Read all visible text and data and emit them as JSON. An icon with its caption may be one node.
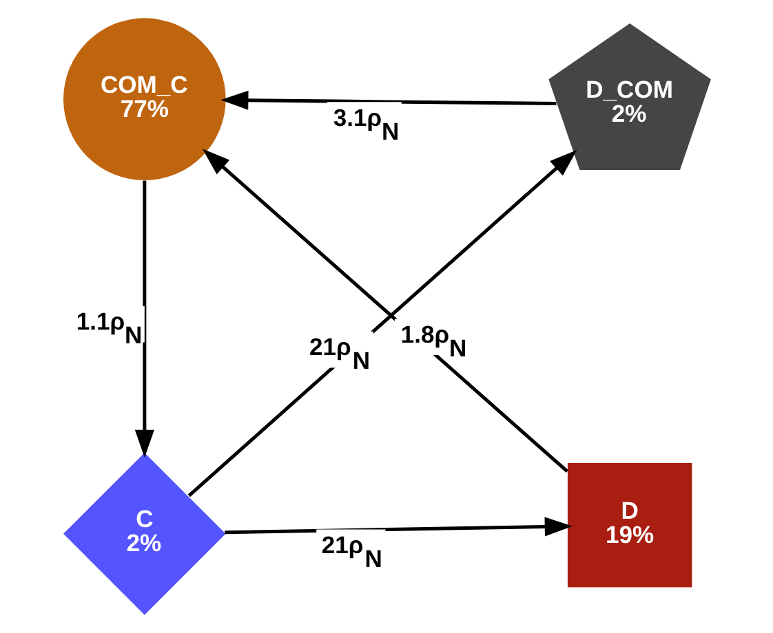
{
  "diagram": {
    "nodes": [
      {
        "text": [
          "COM_C",
          "77%"
        ]
      },
      {
        "text": [
          "D_COM",
          "2%"
        ]
      },
      {
        "text": [
          "C",
          "2%"
        ]
      },
      {
        "text": [
          "D",
          "19%"
        ]
      }
    ],
    "edges": [
      {
        "from": 1,
        "to": 0,
        "arrow": "to",
        "label": "3.1ρ$_{N}$"
      },
      {
        "from": 0,
        "to": 2,
        "arrow": "to",
        "label": "1.1ρ$_{N}$"
      },
      {
        "from": 2,
        "to": 1,
        "arrow": "to",
        "label": "21ρ$_{N}$"
      },
      {
        "from": 3,
        "to": 0,
        "arrow": "to",
        "label": "1.8ρ$_{N}$"
      },
      {
        "from": 2,
        "to": 3,
        "arrow": "to",
        "label": "21ρ$_{N}$"
      }
    ]
  }
}
